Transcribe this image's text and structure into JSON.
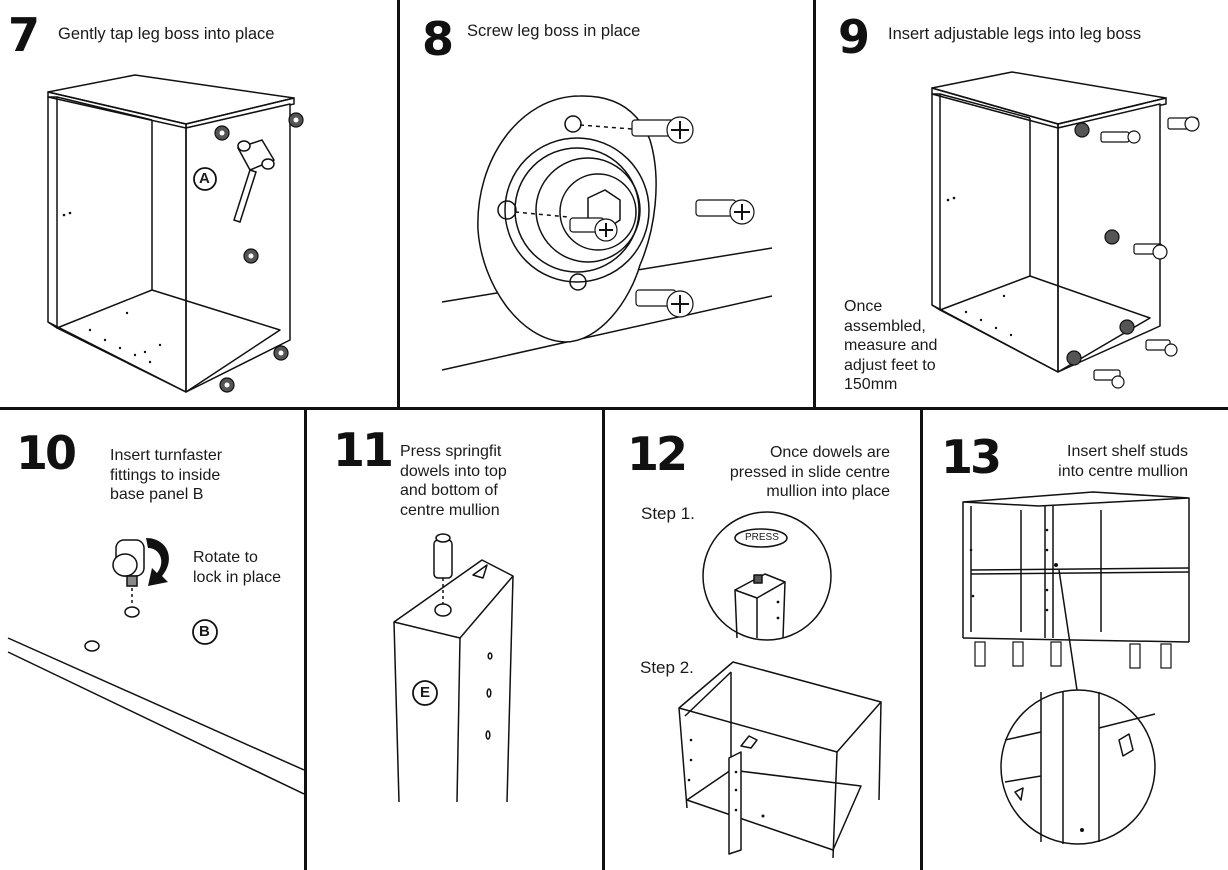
{
  "steps": [
    {
      "number": "7",
      "text": "Gently tap leg boss into place",
      "part_label": "A"
    },
    {
      "number": "8",
      "text": "Screw leg boss in place"
    },
    {
      "number": "9",
      "text": "Insert adjustable legs into leg boss",
      "note": [
        "Once",
        "assembled,",
        "measure and",
        "adjust feet to",
        "150mm"
      ]
    },
    {
      "number": "10",
      "text": [
        "Insert turnfaster",
        "fittings to inside",
        "base panel B"
      ],
      "rotate_text": [
        "Rotate to",
        "lock in place"
      ],
      "part_label": "B"
    },
    {
      "number": "11",
      "text": [
        "Press springfit",
        "dowels into top",
        "and bottom of",
        "centre mullion"
      ],
      "part_label": "E"
    },
    {
      "number": "12",
      "text": [
        "Once dowels are",
        "pressed in slide centre",
        "mullion into place"
      ],
      "step1": "Step 1.",
      "step2": "Step 2.",
      "press_label": "PRESS"
    },
    {
      "number": "13",
      "text": [
        "Insert shelf studs",
        "into centre mullion"
      ]
    }
  ]
}
